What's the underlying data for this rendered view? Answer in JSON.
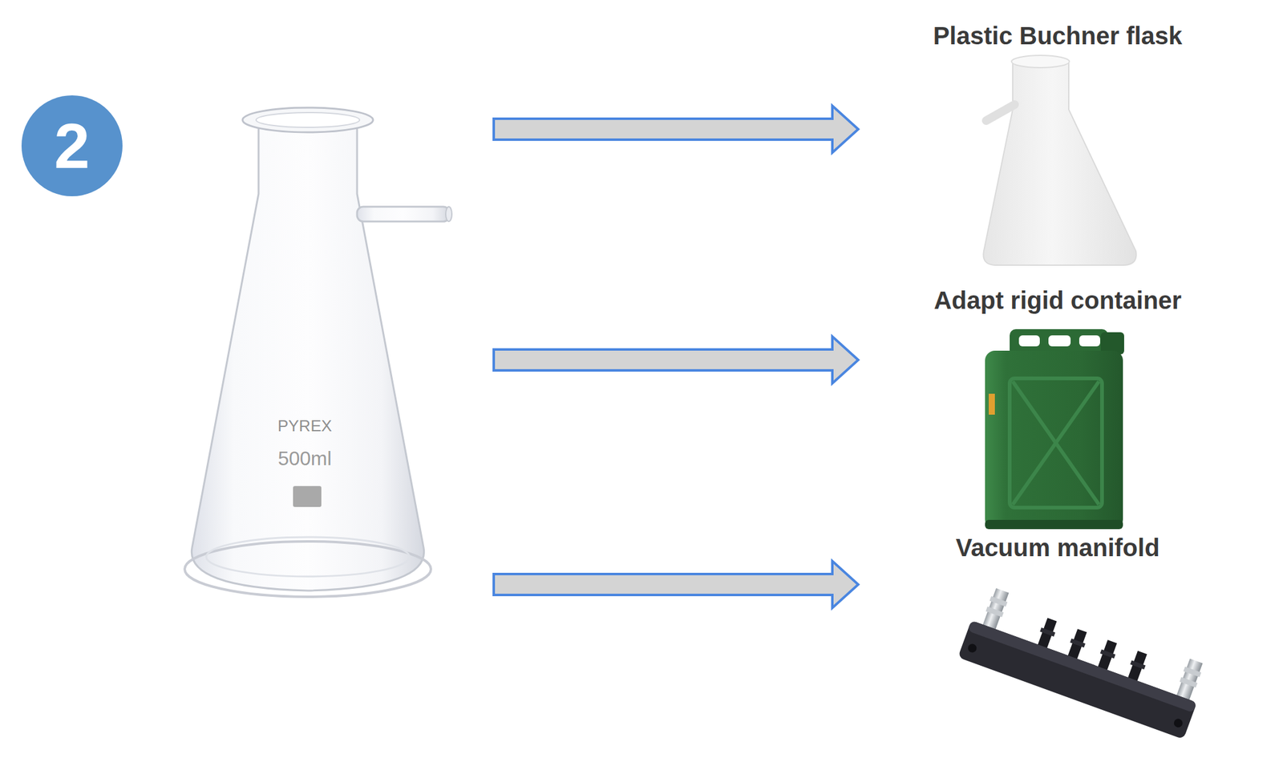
{
  "diagram": {
    "nodes": [
      {
        "text": [
          "2"
        ]
      },
      {
        "text": [
          "PYREX",
          "500ml"
        ]
      },
      {
        "text": [
          "Plastic Buchner flask"
        ]
      },
      {
        "text": [
          "Adapt rigid container"
        ]
      },
      {
        "text": [
          "Vacuum manifold"
        ]
      }
    ],
    "edges": [
      {
        "from": 1,
        "to": 2,
        "arrow": "to"
      },
      {
        "from": 1,
        "to": 3,
        "arrow": "to"
      },
      {
        "from": 1,
        "to": 4,
        "arrow": "to"
      }
    ]
  }
}
